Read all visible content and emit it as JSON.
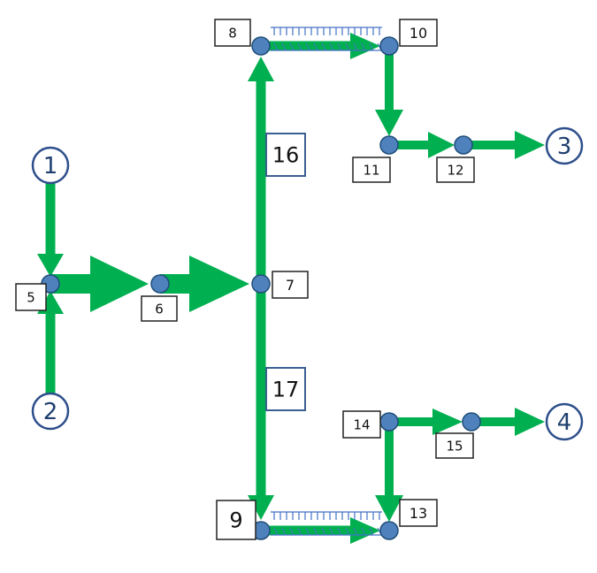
{
  "colors": {
    "flow": "#00b050",
    "junction_fill": "#4f81bd",
    "junction_stroke": "#1f4e79",
    "terminal_stroke": "#2e4f8c",
    "label_border": "#222222",
    "pipe_label_border": "#3b5f91",
    "hatch": "#4472c4"
  },
  "terminals": [
    {
      "id": "t1",
      "label": "1"
    },
    {
      "id": "t2",
      "label": "2"
    },
    {
      "id": "t3",
      "label": "3"
    },
    {
      "id": "t4",
      "label": "4"
    }
  ],
  "junctions": [
    {
      "id": "j5",
      "label": "5"
    },
    {
      "id": "j6",
      "label": "6"
    },
    {
      "id": "j7",
      "label": "7"
    },
    {
      "id": "j8",
      "label": "8"
    },
    {
      "id": "j9",
      "label": "9"
    },
    {
      "id": "j10",
      "label": "10"
    },
    {
      "id": "j11",
      "label": "11"
    },
    {
      "id": "j12",
      "label": "12"
    },
    {
      "id": "j13",
      "label": "13"
    },
    {
      "id": "j14",
      "label": "14"
    },
    {
      "id": "j15",
      "label": "15"
    }
  ],
  "pipe_labels": [
    {
      "id": "p16",
      "label": "16"
    },
    {
      "id": "p17",
      "label": "17"
    }
  ]
}
